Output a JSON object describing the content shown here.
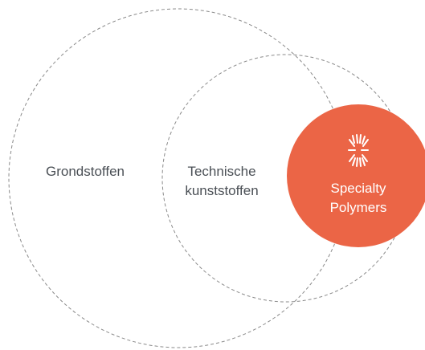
{
  "diagram": {
    "outer_label": "Grondstoffen",
    "middle_label_line1": "Technische",
    "middle_label_line2": "kunststoffen",
    "inner_label_line1": "Specialty",
    "inner_label_line2": "Polymers",
    "inner_icon": "starburst-logo-icon",
    "accent_color": "#EB6546",
    "ring_color": "#8A8A8A",
    "text_color": "#4A4F55"
  }
}
